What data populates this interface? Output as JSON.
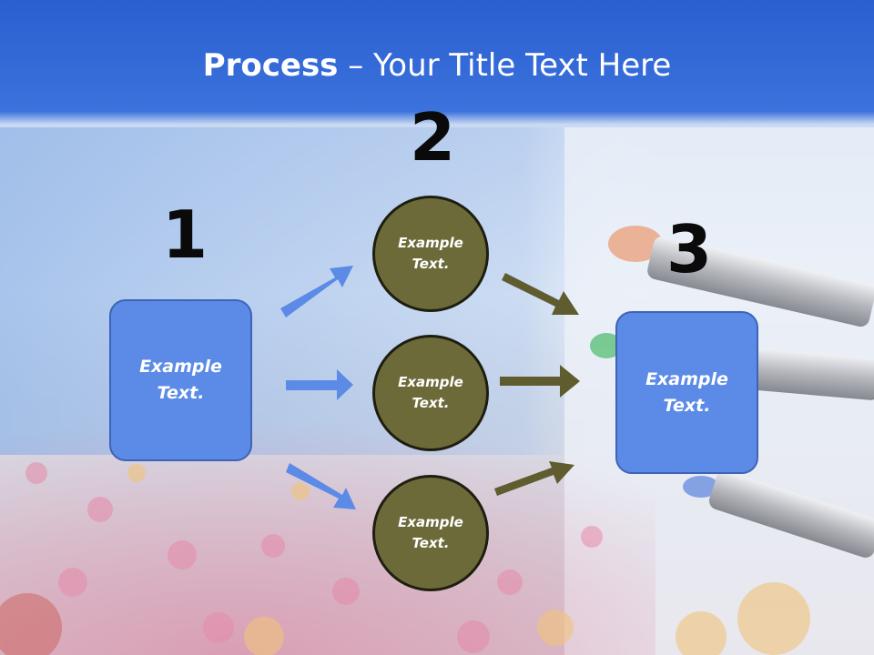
{
  "slide": {
    "title_bold": "Process",
    "title_rest": " – Your Title Text Here"
  },
  "steps": {
    "one": {
      "number": "1",
      "text": "Example\nText."
    },
    "two": {
      "number": "2"
    },
    "three": {
      "number": "3",
      "text": "Example\nText."
    }
  },
  "circles": [
    {
      "text": "Example\nText."
    },
    {
      "text": "Example\nText."
    },
    {
      "text": "Example\nText."
    }
  ],
  "colors": {
    "box_fill": "#5b8be6",
    "circle_fill": "#6d6a3a",
    "arrow_blue": "#5b8be6",
    "arrow_olive": "#5f5c30",
    "header_blue": "#2e65d6"
  }
}
